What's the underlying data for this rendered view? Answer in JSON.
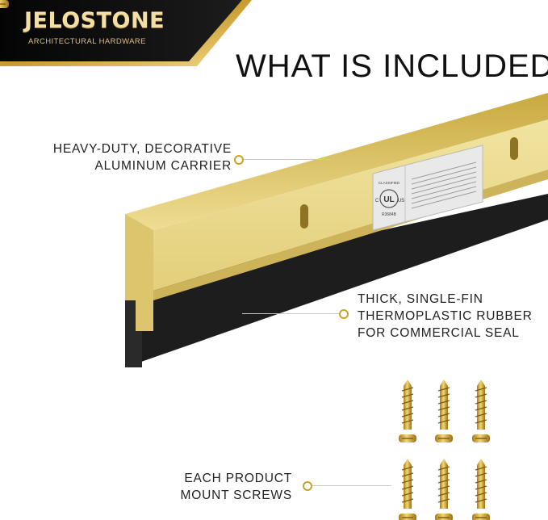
{
  "brand": {
    "name": "JELOSTONE",
    "tagline": "ARCHITECTURAL HARDWARE"
  },
  "page_title": "WHAT IS INCLUDED",
  "callouts": [
    {
      "lines": [
        "HEAVY-DUTY, DECORATIVE",
        "ALUMINUM CARRIER"
      ]
    },
    {
      "lines": [
        "THICK, SINGLE-FIN",
        "THERMOPLASTIC RUBBER",
        "FOR COMMERCIAL SEAL"
      ]
    },
    {
      "lines": [
        "EACH PRODUCT",
        "MOUNT SCREWS"
      ]
    }
  ],
  "label": {
    "mark_top": "CLASSIFIED",
    "mark_mid": "UL",
    "mark_left": "C",
    "mark_right": "US",
    "code": "R3684B"
  },
  "colors": {
    "gold": "#e9d688",
    "gold_dark": "#c9a227",
    "rubber": "#1f1f1f",
    "header_black": "#0d0d0d"
  }
}
